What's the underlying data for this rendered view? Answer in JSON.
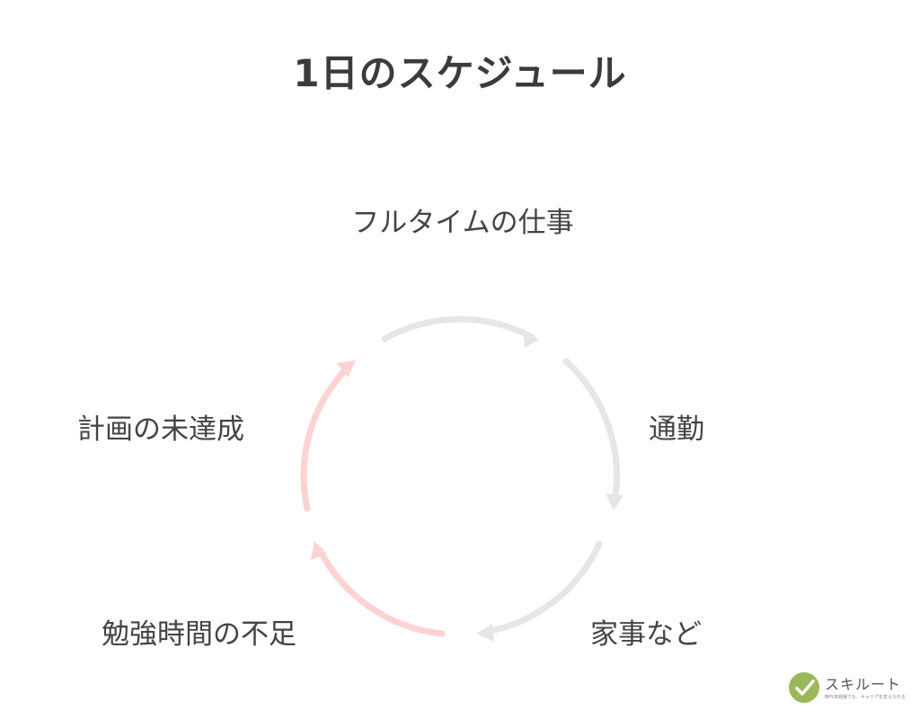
{
  "title": "1日のスケジュール",
  "cycle": {
    "nodes": [
      {
        "label": "フルタイムの仕事"
      },
      {
        "label": "通勤"
      },
      {
        "label": "家事など"
      },
      {
        "label": "勉強時間の不足"
      },
      {
        "label": "計画の未達成"
      }
    ],
    "colors": {
      "neutral_arrow": "#e6e6e6",
      "problem_arrow": "#fcd3d3"
    }
  },
  "logo": {
    "name": "スキルート",
    "tagline": "時代未経験でも、キャリアを変えられる",
    "color": "#9ab85a",
    "icon": "check-leaf-icon"
  }
}
